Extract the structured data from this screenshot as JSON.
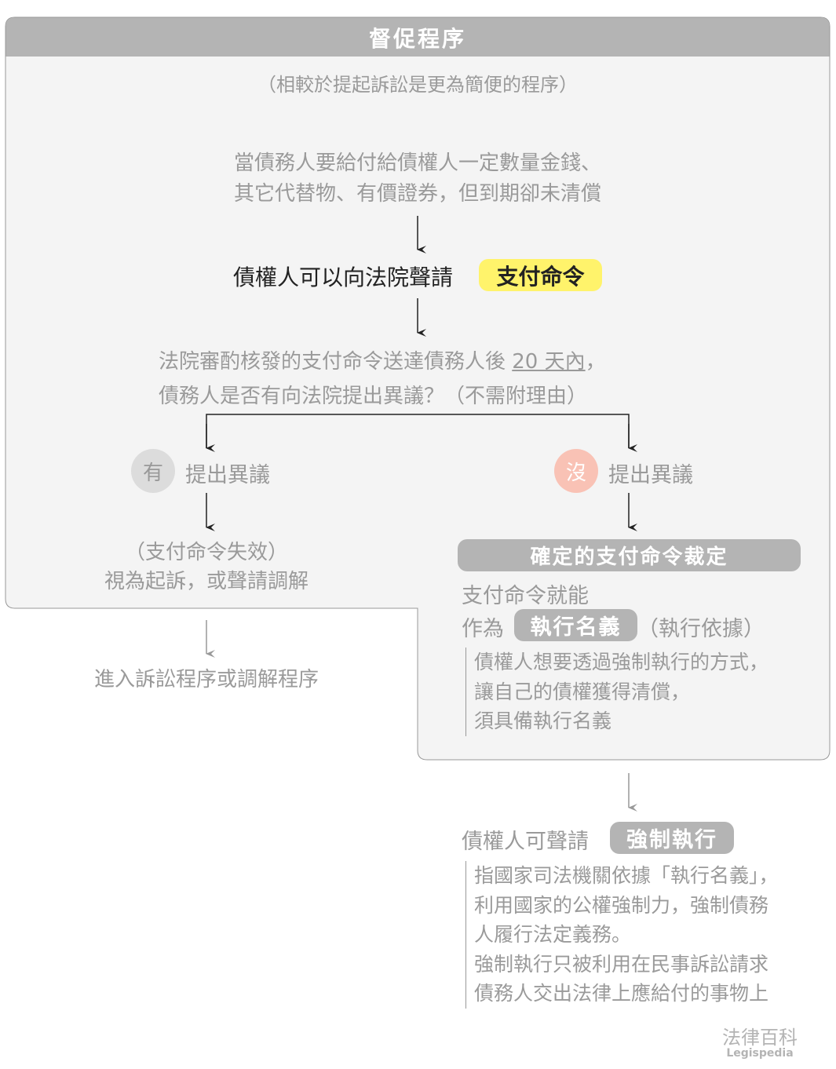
{
  "header": {
    "title": "督促程序"
  },
  "subtitle": "（相較於提起訴訟是更為簡便的程序）",
  "intro": {
    "line1": "當債務人要給付給債權人一定數量金錢、",
    "line2": "其它代替物、有價證券，但到期卻未清償"
  },
  "apply": {
    "text": "債權人可以向法院聲請",
    "highlight": "支付命令"
  },
  "question": {
    "line1_pre": "法院審酌核發的支付命令送達債務人後 ",
    "line1_under": "20 天內",
    "line1_post": "，",
    "line2": "債務人是否有向法院提出異議？（不需附理由）"
  },
  "branch_yes": {
    "badge": "有",
    "label": "提出異議",
    "result_line1": "（支付命令失效）",
    "result_line2": "視為起訴，或聲請調解",
    "next": "進入訴訟程序或調解程序"
  },
  "branch_no": {
    "badge": "沒",
    "label": "提出異議",
    "title": "確定的支付命令裁定",
    "line1": "支付命令就能",
    "line2_pre": "作為",
    "line2_pill": "執行名義",
    "line2_post": "（執行依據）",
    "note": [
      "債權人想要透過強制執行的方式，",
      "讓自己的債權獲得清償，",
      "須具備執行名義"
    ]
  },
  "enforce": {
    "text": "債權人可聲請",
    "pill": "強制執行",
    "note": [
      "指國家司法機關依據「執行名義」，",
      "利用國家的公權強制力，強制債務",
      "人履行法定義務。",
      "強制執行只被利用在民事訴訟請求",
      "債務人交出法律上應給付的事物上"
    ]
  },
  "logo": {
    "zh": "法律百科",
    "en": "Legispedia"
  },
  "colors": {
    "header": "#b4b4b4",
    "panel": "#f4f4f4",
    "yellow": "#fff36b",
    "pink": "#f9c2b5",
    "gray_circle": "#dcdcdc"
  }
}
